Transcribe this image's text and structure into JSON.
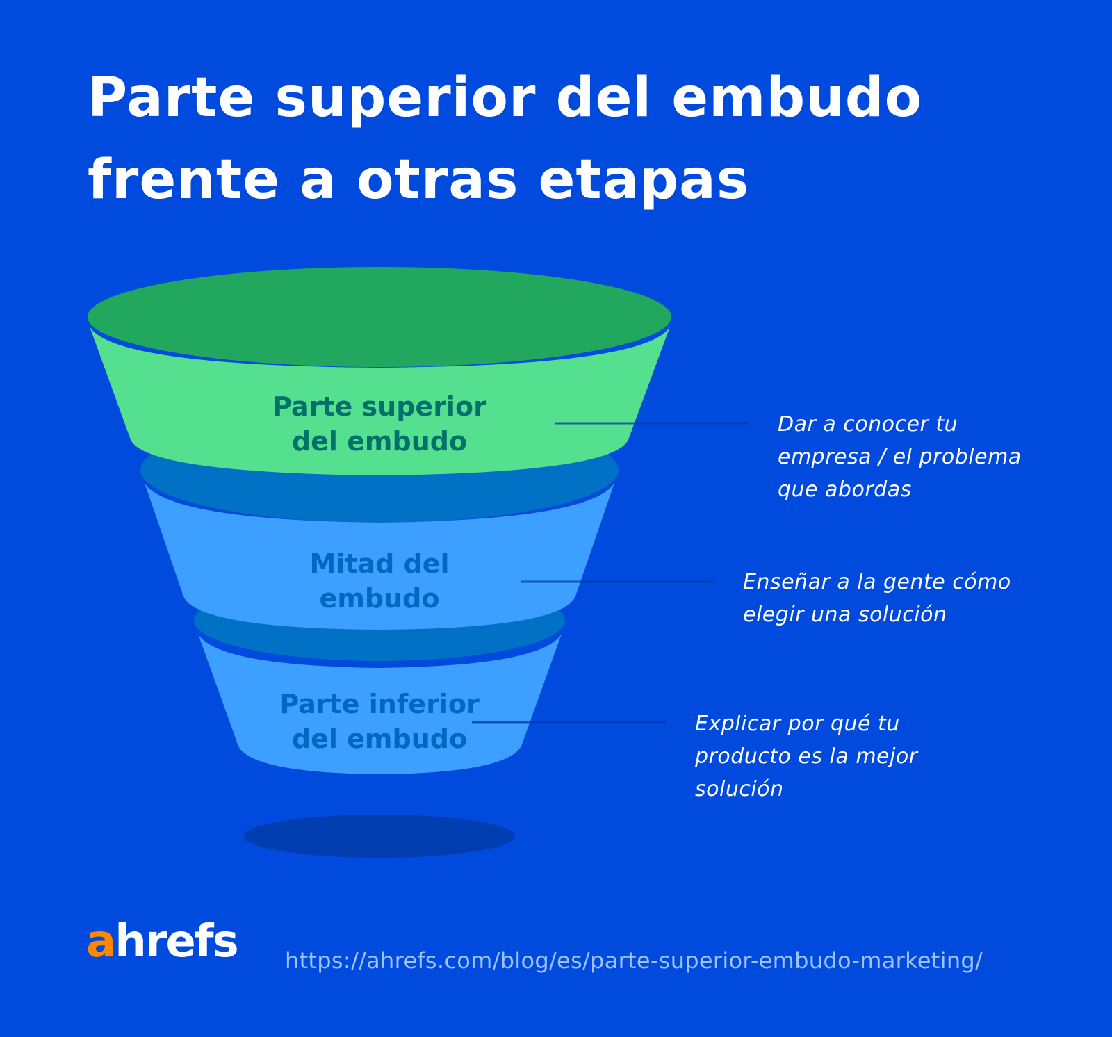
{
  "title": {
    "line1": "Parte superior del embudo",
    "line2": "frente a otras etapas"
  },
  "colors": {
    "background": "#004ade",
    "top_stage_rim": "#22a85e",
    "top_stage_body": "#55e08f",
    "top_stage_text": "#00706a",
    "lower_stage_rim": "#0071c4",
    "lower_stage_body": "#3d9fff",
    "lower_stage_text": "#0068c0",
    "shadow": "#003db0",
    "connector_line": "#0039a6",
    "logo_accent": "#ff8800",
    "url_text": "#9ec3ff"
  },
  "funnel": {
    "stages": [
      {
        "label_line1": "Parte superior",
        "label_line2": "del embudo",
        "description": [
          "Dar a conocer tu",
          "empresa / el problema",
          "que abordas"
        ]
      },
      {
        "label_line1": "Mitad del",
        "label_line2": "embudo",
        "description": [
          "Enseñar a la gente cómo",
          "elegir una solución"
        ]
      },
      {
        "label_line1": "Parte inferior",
        "label_line2": "del embudo",
        "description": [
          "Explicar por qué tu",
          "producto es la mejor",
          "solución"
        ]
      }
    ]
  },
  "footer": {
    "logo_accent_letter": "a",
    "logo_rest": "hrefs",
    "url": "https://ahrefs.com/blog/es/parte-superior-embudo-marketing/"
  }
}
